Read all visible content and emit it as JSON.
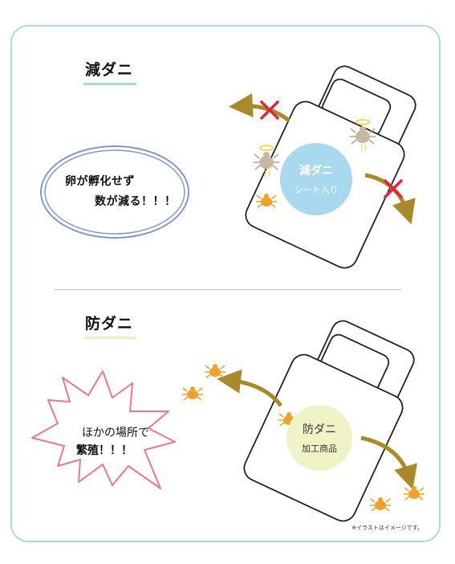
{
  "section1": {
    "heading": "減ダニ",
    "oval_line1": "卵が孵化せず",
    "oval_line2": "数が減る！！！",
    "circle_main": "減ダニ",
    "circle_sub": "シート入り"
  },
  "section2": {
    "heading": "防ダニ",
    "burst_line1": "ほかの場所で",
    "burst_line2": "繁殖！！！",
    "circle_main": "防ダニ",
    "circle_sub": "加工商品"
  },
  "note": "※イラストはイメージです。",
  "colors": {
    "frame": "#a9d8ec",
    "bar1": "#a9d8ec",
    "bar2": "#eef0c4",
    "oval": "#8198cf",
    "burst": "#e8788a",
    "circle1": "#a8d9ef",
    "circle2": "#eff3c6",
    "arrow": "#a9892a",
    "cross": "#e0283a",
    "mite": "#f0a12b",
    "angel_mite": "#c7b8a2"
  }
}
